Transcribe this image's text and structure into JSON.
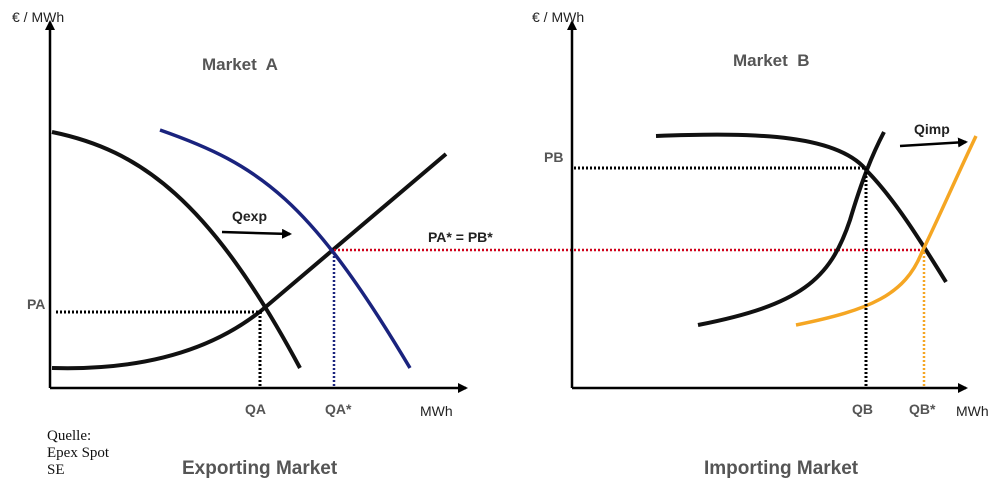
{
  "left_panel": {
    "y_axis_label": "€ / MWh",
    "title": "Market  A",
    "x_axis_label": "MWh",
    "price_label": "PA",
    "quantity_label": "QA",
    "trade_quantity_label": "QA*",
    "flow_label": "Qexp",
    "caption": "Exporting Market"
  },
  "right_panel": {
    "y_axis_label": "€ / MWh",
    "title": "Market  B",
    "x_axis_label": "MWh",
    "price_label": "PB",
    "quantity_label": "QB",
    "trade_quantity_label": "QB*",
    "flow_label": "Qimp",
    "caption": "Importing Market"
  },
  "equilibrium_label": "PA* = PB*",
  "source": {
    "line1": "Quelle:",
    "line2": "Epex Spot",
    "line3": "SE"
  },
  "colors": {
    "curves": "#111111",
    "shifted_demand_A": "#1a237e",
    "shifted_supply_B": "#f5a623",
    "equilibrium_line": "#d0021b",
    "guide_A": "#1a237e",
    "guide_B": "#f5a623"
  }
}
